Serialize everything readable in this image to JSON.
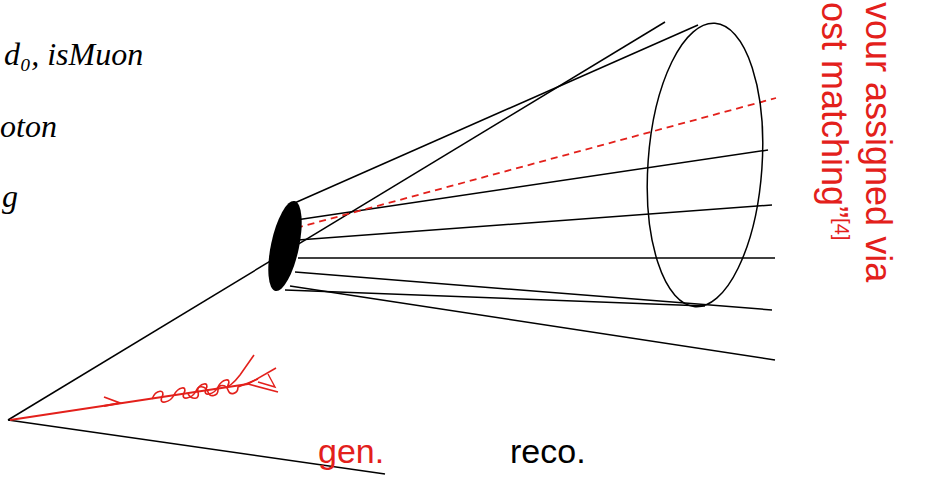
{
  "diagram": {
    "labels": [
      "d₀, isMuon",
      "oton",
      "g",
      "vour assigned via",
      "ost matching”",
      "[4]",
      "gen.",
      "reco."
    ]
  }
}
